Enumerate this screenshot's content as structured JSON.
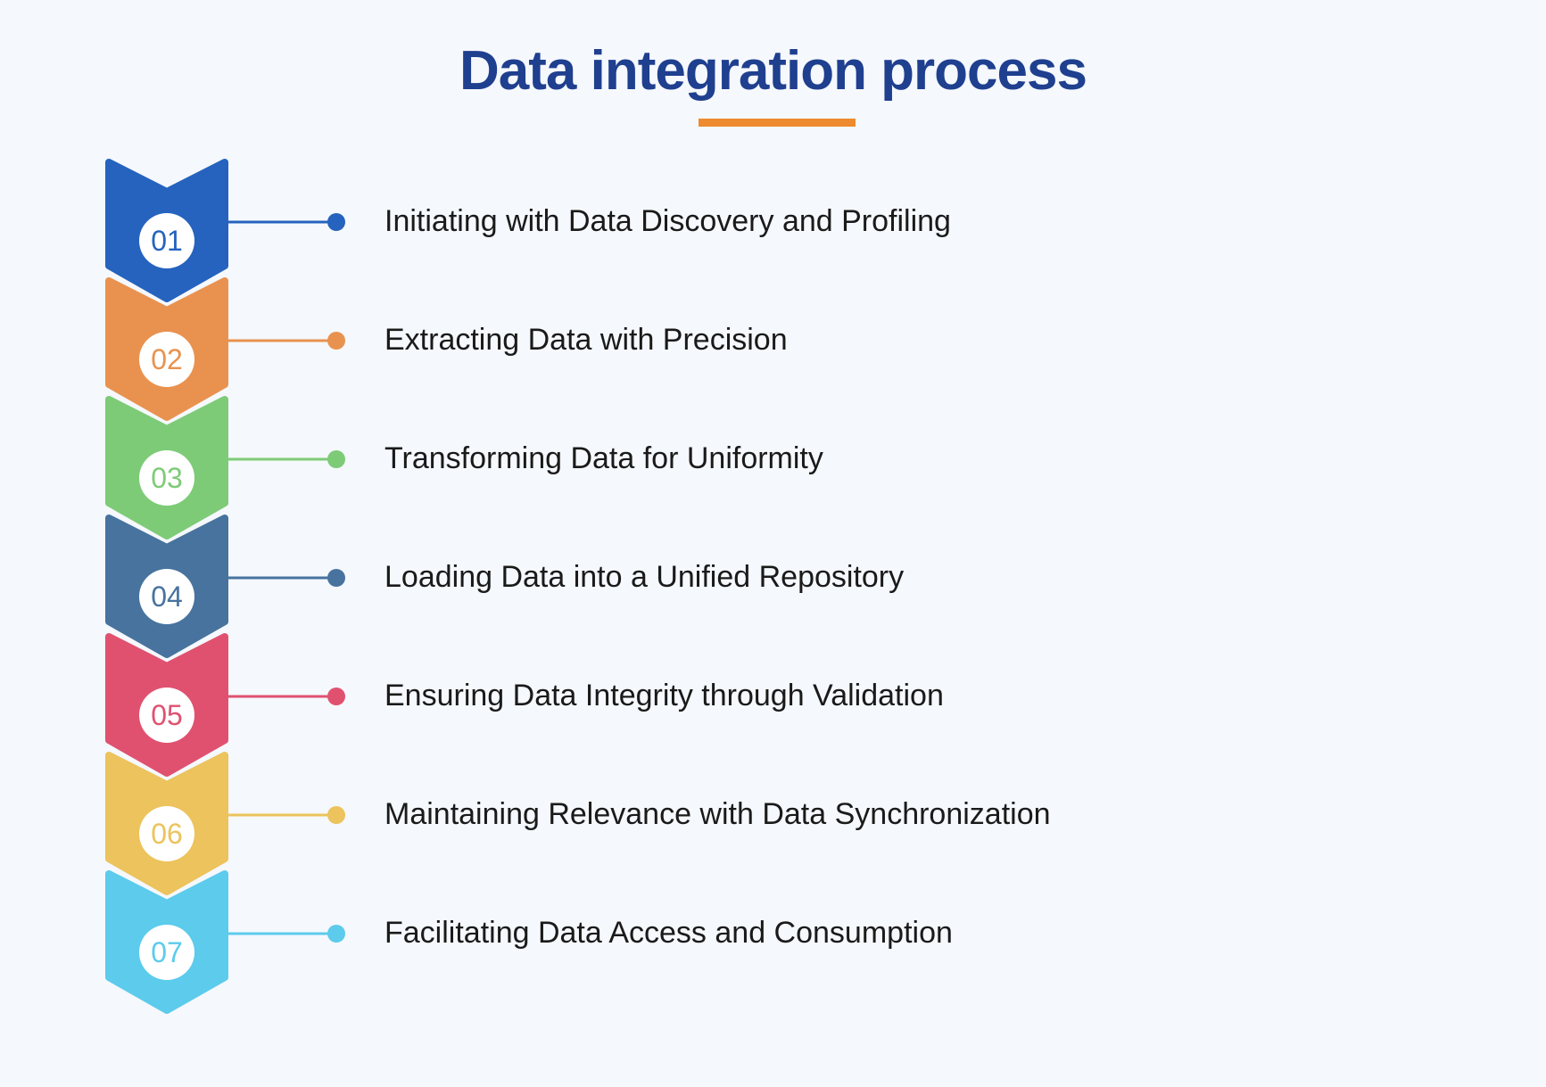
{
  "title": "Data integration process",
  "colors": {
    "title": "#1f3f8f",
    "underline": "#ee8a2f",
    "background": "#f5f8fc"
  },
  "steps": [
    {
      "number": "01",
      "label": "Initiating with Data Discovery and Profiling",
      "color": "#2563be"
    },
    {
      "number": "02",
      "label": "Extracting Data with Precision",
      "color": "#e9924f"
    },
    {
      "number": "03",
      "label": "Transforming Data for Uniformity",
      "color": "#7dcb77"
    },
    {
      "number": "04",
      "label": "Loading Data into a Unified Repository",
      "color": "#47739e"
    },
    {
      "number": "05",
      "label": "Ensuring Data Integrity through Validation",
      "color": "#e05170"
    },
    {
      "number": "06",
      "label": "Maintaining Relevance with Data Synchronization",
      "color": "#ecc35c"
    },
    {
      "number": "07",
      "label": "Facilitating Data Access and Consumption",
      "color": "#5ccbec"
    }
  ]
}
